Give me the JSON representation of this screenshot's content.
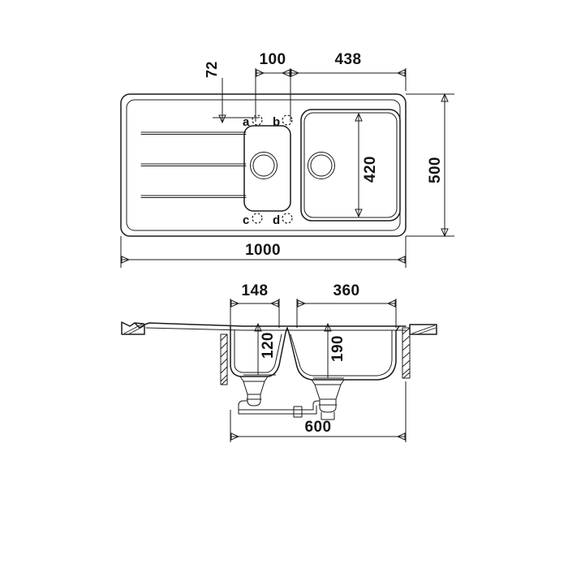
{
  "drawing": {
    "title": "Kitchen sink technical drawing",
    "line_color": "#1a1a1a",
    "background_color": "#ffffff",
    "views": {
      "plan": "top plan view",
      "section": "front cross-section view"
    }
  },
  "plan_view": {
    "dimensions": {
      "overall_width": "1000",
      "overall_depth": "500",
      "bowl_width": "438",
      "small_offset": "100",
      "bowl_depth": "420",
      "tap_edge_offset": "72"
    },
    "tap_holes": [
      {
        "id": "a",
        "label": "a"
      },
      {
        "id": "b",
        "label": "b"
      },
      {
        "id": "c",
        "label": "c"
      },
      {
        "id": "d",
        "label": "d"
      }
    ],
    "features": {
      "drainboard_grooves": 3,
      "bowls": 2,
      "drains": 2
    }
  },
  "section_view": {
    "dimensions": {
      "small_bowl_width": "148",
      "large_bowl_width": "360",
      "small_bowl_depth": "120",
      "large_bowl_depth": "190",
      "cabinet_width": "600"
    }
  }
}
